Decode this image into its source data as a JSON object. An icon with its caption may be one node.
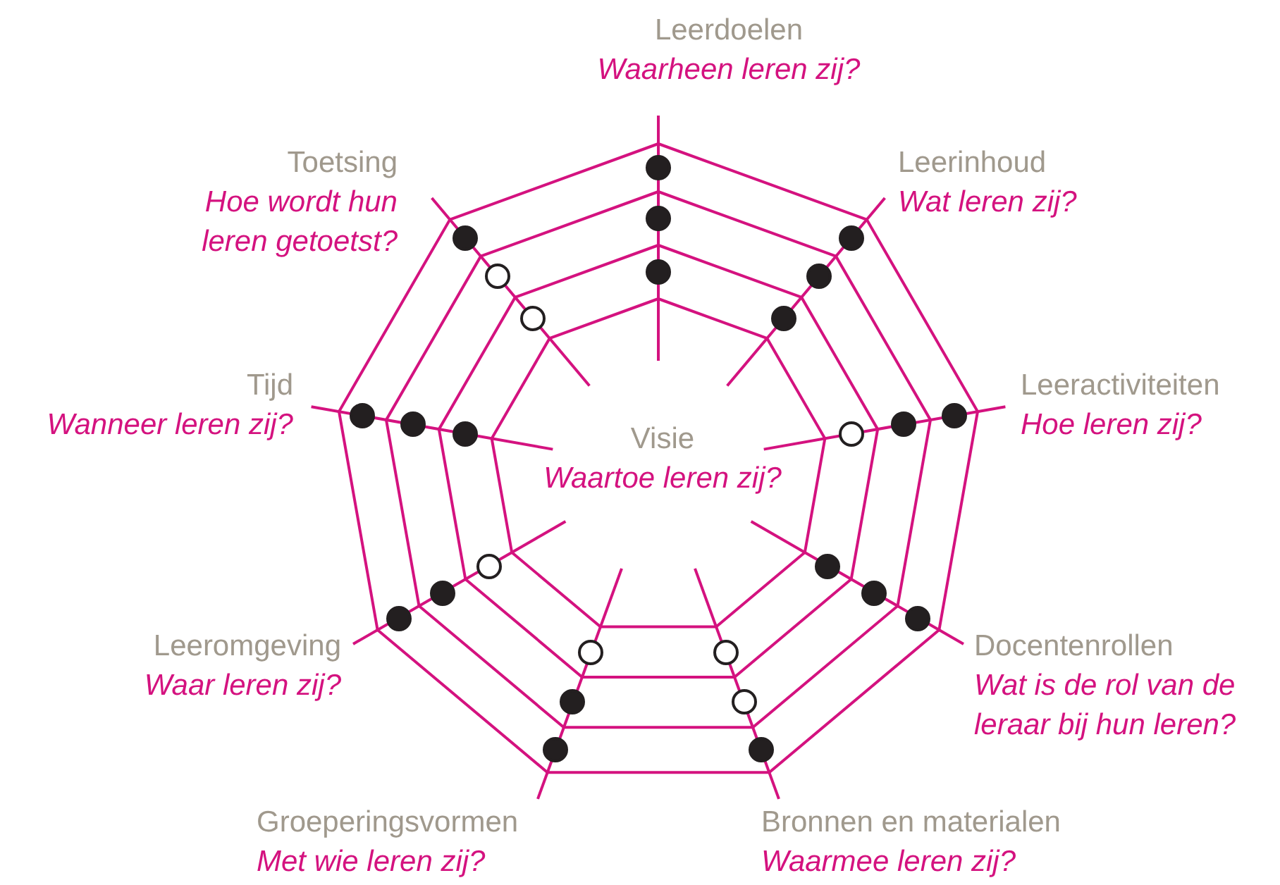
{
  "diagram": {
    "nodes": [
      {
        "text": [
          "Visie",
          "Waartoe leren zij?"
        ]
      },
      {
        "text": [
          "Leerdoelen",
          "Waarheen leren zij?"
        ]
      },
      {
        "text": [
          "Leerinhoud",
          "Wat leren zij?"
        ]
      },
      {
        "text": [
          "Leeractiviteiten",
          "Hoe leren zij?"
        ]
      },
      {
        "text": [
          "Docentenrollen",
          "Wat is de rol van de leraar bij hun leren?"
        ]
      },
      {
        "text": [
          "Bronnen en materialen",
          "Waarmee leren zij?"
        ]
      },
      {
        "text": [
          "Groeperingsvormen",
          "Met wie leren zij?"
        ]
      },
      {
        "text": [
          "Leeromgeving",
          "Waar leren zij?"
        ]
      },
      {
        "text": [
          "Tijd",
          "Wanneer leren zij?"
        ]
      },
      {
        "text": [
          "Toetsing",
          "Hoe wordt hun leren getoetst?"
        ]
      },
      {
        "text": [],
        "shape": "dot"
      },
      {
        "text": [],
        "shape": "dot"
      },
      {
        "text": [],
        "shape": "dot"
      },
      {
        "text": [],
        "shape": "dot"
      },
      {
        "text": [],
        "shape": "dot"
      },
      {
        "text": [],
        "shape": "dot"
      },
      {
        "text": [],
        "shape": "dot"
      },
      {
        "text": [],
        "shape": "dot"
      },
      {
        "text": [],
        "shape": "circle"
      },
      {
        "text": [],
        "shape": "dot"
      },
      {
        "text": [],
        "shape": "dot"
      },
      {
        "text": [],
        "shape": "dot"
      },
      {
        "text": [],
        "shape": "dot"
      },
      {
        "text": [],
        "shape": "circle"
      },
      {
        "text": [],
        "shape": "circle"
      },
      {
        "text": [],
        "shape": "dot"
      },
      {
        "text": [],
        "shape": "dot"
      },
      {
        "text": [],
        "shape": "circle"
      },
      {
        "text": [],
        "shape": "dot"
      },
      {
        "text": [],
        "shape": "dot"
      },
      {
        "text": [],
        "shape": "circle"
      },
      {
        "text": [],
        "shape": "dot"
      },
      {
        "text": [],
        "shape": "dot"
      },
      {
        "text": [],
        "shape": "dot"
      },
      {
        "text": [],
        "shape": "dot"
      },
      {
        "text": [],
        "shape": "circle"
      },
      {
        "text": [],
        "shape": "circle"
      }
    ]
  }
}
